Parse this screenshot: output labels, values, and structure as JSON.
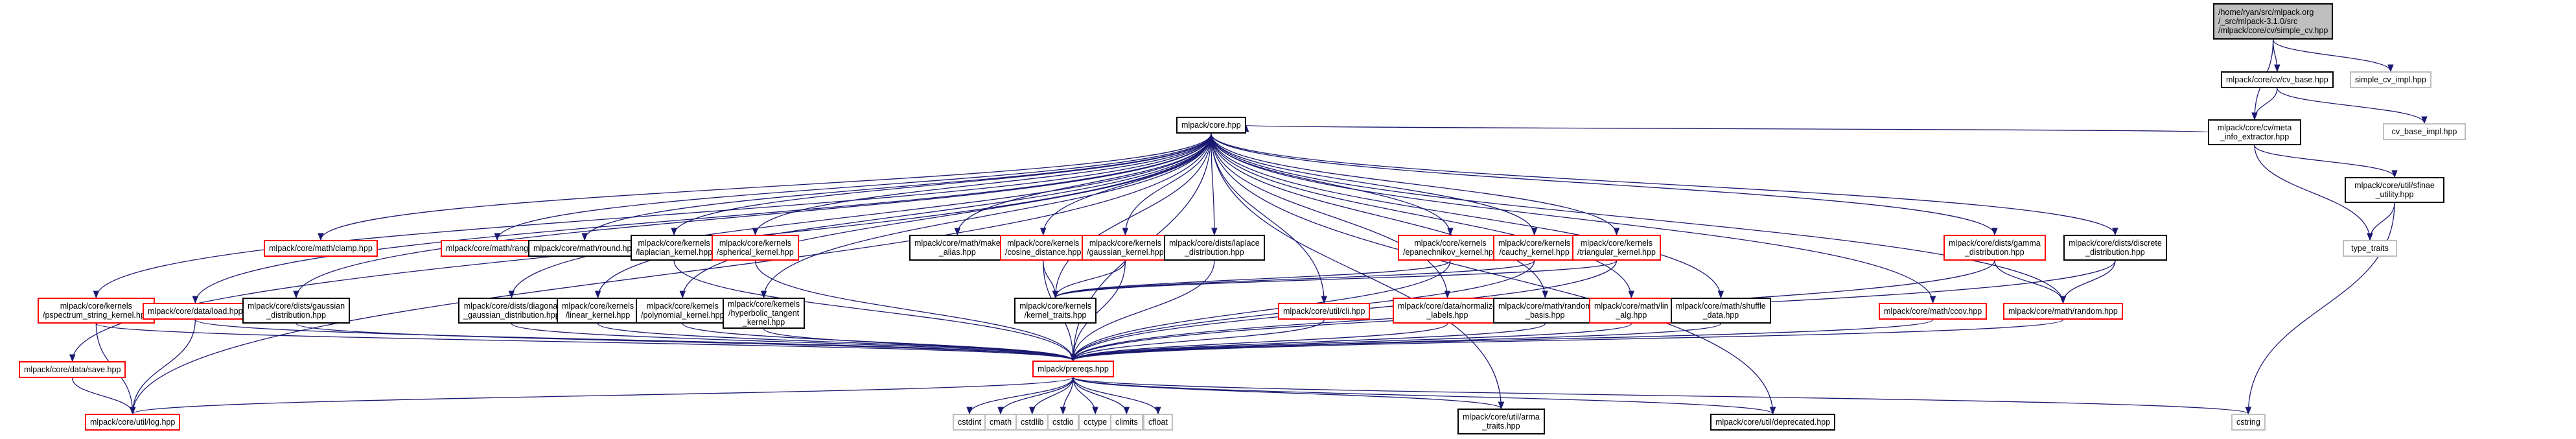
{
  "title": "Include dependency graph for simple_cv.hpp",
  "colors": {
    "edge": "#191970",
    "documented_border": "#000000",
    "undocumented_border": "#ff0000",
    "external_border": "#bfbfbf",
    "root_fill": "#bfbfbf"
  },
  "nodes": [
    {
      "id": "root",
      "label": "/home/ryan/src/mlpack.org\n/_src/mlpack-3.1.0/src\n/mlpack/core/cv/simple_cv.hpp",
      "kind": "root"
    },
    {
      "id": "cv_base",
      "label": "mlpack/core/cv/cv_base.hpp",
      "kind": "doc"
    },
    {
      "id": "simple_cv_impl",
      "label": "simple_cv_impl.hpp",
      "kind": "ext"
    },
    {
      "id": "meta_info",
      "label": "mlpack/core/cv/meta\n_info_extractor.hpp",
      "kind": "doc"
    },
    {
      "id": "cv_base_impl",
      "label": "cv_base_impl.hpp",
      "kind": "ext"
    },
    {
      "id": "core",
      "label": "mlpack/core.hpp",
      "kind": "doc"
    },
    {
      "id": "sfinae",
      "label": "mlpack/core/util/sfinae\n_utility.hpp",
      "kind": "doc"
    },
    {
      "id": "type_traits",
      "label": "type_traits",
      "kind": "ext"
    },
    {
      "id": "clamp",
      "label": "mlpack/core/math/clamp.hpp",
      "kind": "red"
    },
    {
      "id": "range",
      "label": "mlpack/core/math/range.hpp",
      "kind": "red"
    },
    {
      "id": "round",
      "label": "mlpack/core/math/round.hpp",
      "kind": "doc"
    },
    {
      "id": "laplacian",
      "label": "mlpack/core/kernels\n/laplacian_kernel.hpp",
      "kind": "doc"
    },
    {
      "id": "spherical",
      "label": "mlpack/core/kernels\n/spherical_kernel.hpp",
      "kind": "red"
    },
    {
      "id": "make_alias",
      "label": "mlpack/core/math/make\n_alias.hpp",
      "kind": "doc"
    },
    {
      "id": "cosine",
      "label": "mlpack/core/kernels\n/cosine_distance.hpp",
      "kind": "red"
    },
    {
      "id": "gaussian_k",
      "label": "mlpack/core/kernels\n/gaussian_kernel.hpp",
      "kind": "red"
    },
    {
      "id": "laplace_d",
      "label": "mlpack/core/dists/laplace\n_distribution.hpp",
      "kind": "doc"
    },
    {
      "id": "epanechnikov",
      "label": "mlpack/core/kernels\n/epanechnikov_kernel.hpp",
      "kind": "red"
    },
    {
      "id": "cauchy",
      "label": "mlpack/core/kernels\n/cauchy_kernel.hpp",
      "kind": "red"
    },
    {
      "id": "triangular",
      "label": "mlpack/core/kernels\n/triangular_kernel.hpp",
      "kind": "red"
    },
    {
      "id": "gamma_d",
      "label": "mlpack/core/dists/gamma\n_distribution.hpp",
      "kind": "red"
    },
    {
      "id": "discrete_d",
      "label": "mlpack/core/dists/discrete\n_distribution.hpp",
      "kind": "doc"
    },
    {
      "id": "pspectrum",
      "label": "mlpack/core/kernels\n/pspectrum_string_kernel.hpp",
      "kind": "red"
    },
    {
      "id": "load",
      "label": "mlpack/core/data/load.hpp",
      "kind": "red"
    },
    {
      "id": "gaussian_d",
      "label": "mlpack/core/dists/gaussian\n_distribution.hpp",
      "kind": "doc"
    },
    {
      "id": "diag_gauss",
      "label": "mlpack/core/dists/diagonal\n_gaussian_distribution.hpp",
      "kind": "doc"
    },
    {
      "id": "linear",
      "label": "mlpack/core/kernels\n/linear_kernel.hpp",
      "kind": "doc"
    },
    {
      "id": "polynomial",
      "label": "mlpack/core/kernels\n/polynomial_kernel.hpp",
      "kind": "doc"
    },
    {
      "id": "hyperbolic",
      "label": "mlpack/core/kernels\n/hyperbolic_tangent\n_kernel.hpp",
      "kind": "doc"
    },
    {
      "id": "kernel_traits",
      "label": "mlpack/core/kernels\n/kernel_traits.hpp",
      "kind": "doc"
    },
    {
      "id": "cli",
      "label": "mlpack/core/util/cli.hpp",
      "kind": "red"
    },
    {
      "id": "normalize",
      "label": "mlpack/core/data/normalize\n_labels.hpp",
      "kind": "red"
    },
    {
      "id": "random_basis",
      "label": "mlpack/core/math/random\n_basis.hpp",
      "kind": "doc"
    },
    {
      "id": "lin_alg",
      "label": "mlpack/core/math/lin\n_alg.hpp",
      "kind": "red"
    },
    {
      "id": "shuffle",
      "label": "mlpack/core/math/shuffle\n_data.hpp",
      "kind": "doc"
    },
    {
      "id": "ccov",
      "label": "mlpack/core/math/ccov.hpp",
      "kind": "red"
    },
    {
      "id": "random",
      "label": "mlpack/core/math/random.hpp",
      "kind": "red"
    },
    {
      "id": "save",
      "label": "mlpack/core/data/save.hpp",
      "kind": "red"
    },
    {
      "id": "prereqs",
      "label": "mlpack/prereqs.hpp",
      "kind": "red"
    },
    {
      "id": "log",
      "label": "mlpack/core/util/log.hpp",
      "kind": "red"
    },
    {
      "id": "cstdint",
      "label": "cstdint",
      "kind": "ext"
    },
    {
      "id": "cmath",
      "label": "cmath",
      "kind": "ext"
    },
    {
      "id": "cstdlib",
      "label": "cstdlib",
      "kind": "ext"
    },
    {
      "id": "cstdio",
      "label": "cstdio",
      "kind": "ext"
    },
    {
      "id": "cctype",
      "label": "cctype",
      "kind": "ext"
    },
    {
      "id": "climits",
      "label": "climits",
      "kind": "ext"
    },
    {
      "id": "cfloat",
      "label": "cfloat",
      "kind": "ext"
    },
    {
      "id": "arma_traits",
      "label": "mlpack/core/util/arma\n_traits.hpp",
      "kind": "doc"
    },
    {
      "id": "deprecated",
      "label": "mlpack/core/util/deprecated.hpp",
      "kind": "doc"
    },
    {
      "id": "cstring",
      "label": "cstring",
      "kind": "ext"
    }
  ],
  "edges": [
    [
      "root",
      "cv_base"
    ],
    [
      "root",
      "simple_cv_impl"
    ],
    [
      "root",
      "meta_info"
    ],
    [
      "cv_base",
      "meta_info"
    ],
    [
      "cv_base",
      "cv_base_impl"
    ],
    [
      "meta_info",
      "core"
    ],
    [
      "meta_info",
      "sfinae"
    ],
    [
      "meta_info",
      "type_traits"
    ],
    [
      "sfinae",
      "type_traits"
    ],
    [
      "sfinae",
      "cstring"
    ],
    [
      "core",
      "clamp"
    ],
    [
      "core",
      "range"
    ],
    [
      "core",
      "round"
    ],
    [
      "core",
      "laplacian"
    ],
    [
      "core",
      "spherical"
    ],
    [
      "core",
      "make_alias"
    ],
    [
      "core",
      "cosine"
    ],
    [
      "core",
      "gaussian_k"
    ],
    [
      "core",
      "laplace_d"
    ],
    [
      "core",
      "epanechnikov"
    ],
    [
      "core",
      "cauchy"
    ],
    [
      "core",
      "triangular"
    ],
    [
      "core",
      "gamma_d"
    ],
    [
      "core",
      "discrete_d"
    ],
    [
      "core",
      "pspectrum"
    ],
    [
      "core",
      "load"
    ],
    [
      "core",
      "gaussian_d"
    ],
    [
      "core",
      "diag_gauss"
    ],
    [
      "core",
      "linear"
    ],
    [
      "core",
      "polynomial"
    ],
    [
      "core",
      "hyperbolic"
    ],
    [
      "core",
      "kernel_traits"
    ],
    [
      "core",
      "cli"
    ],
    [
      "core",
      "normalize"
    ],
    [
      "core",
      "random_basis"
    ],
    [
      "core",
      "lin_alg"
    ],
    [
      "core",
      "shuffle"
    ],
    [
      "core",
      "ccov"
    ],
    [
      "core",
      "random"
    ],
    [
      "core",
      "save"
    ],
    [
      "core",
      "prereqs"
    ],
    [
      "core",
      "log"
    ],
    [
      "core",
      "arma_traits"
    ],
    [
      "core",
      "deprecated"
    ],
    [
      "cosine",
      "kernel_traits"
    ],
    [
      "gaussian_k",
      "kernel_traits"
    ],
    [
      "cosine",
      "prereqs"
    ],
    [
      "gaussian_k",
      "prereqs"
    ],
    [
      "laplacian",
      "prereqs"
    ],
    [
      "spherical",
      "prereqs"
    ],
    [
      "laplace_d",
      "prereqs"
    ],
    [
      "epanechnikov",
      "kernel_traits"
    ],
    [
      "cauchy",
      "kernel_traits"
    ],
    [
      "triangular",
      "kernel_traits"
    ],
    [
      "epanechnikov",
      "prereqs"
    ],
    [
      "cauchy",
      "prereqs"
    ],
    [
      "triangular",
      "prereqs"
    ],
    [
      "gamma_d",
      "random"
    ],
    [
      "gamma_d",
      "prereqs"
    ],
    [
      "discrete_d",
      "random"
    ],
    [
      "discrete_d",
      "prereqs"
    ],
    [
      "pspectrum",
      "prereqs"
    ],
    [
      "pspectrum",
      "log"
    ],
    [
      "load",
      "prereqs"
    ],
    [
      "load",
      "log"
    ],
    [
      "save",
      "log"
    ],
    [
      "gaussian_d",
      "prereqs"
    ],
    [
      "diag_gauss",
      "prereqs"
    ],
    [
      "linear",
      "prereqs"
    ],
    [
      "polynomial",
      "prereqs"
    ],
    [
      "hyperbolic",
      "prereqs"
    ],
    [
      "cli",
      "prereqs"
    ],
    [
      "normalize",
      "prereqs"
    ],
    [
      "random_basis",
      "prereqs"
    ],
    [
      "lin_alg",
      "prereqs"
    ],
    [
      "shuffle",
      "prereqs"
    ],
    [
      "ccov",
      "prereqs"
    ],
    [
      "random",
      "prereqs"
    ],
    [
      "prereqs",
      "cstdint"
    ],
    [
      "prereqs",
      "cmath"
    ],
    [
      "prereqs",
      "cstdlib"
    ],
    [
      "prereqs",
      "cstdio"
    ],
    [
      "prereqs",
      "cctype"
    ],
    [
      "prereqs",
      "climits"
    ],
    [
      "prereqs",
      "cfloat"
    ],
    [
      "prereqs",
      "arma_traits"
    ],
    [
      "prereqs",
      "deprecated"
    ],
    [
      "prereqs",
      "cstring"
    ],
    [
      "prereqs",
      "log"
    ]
  ]
}
